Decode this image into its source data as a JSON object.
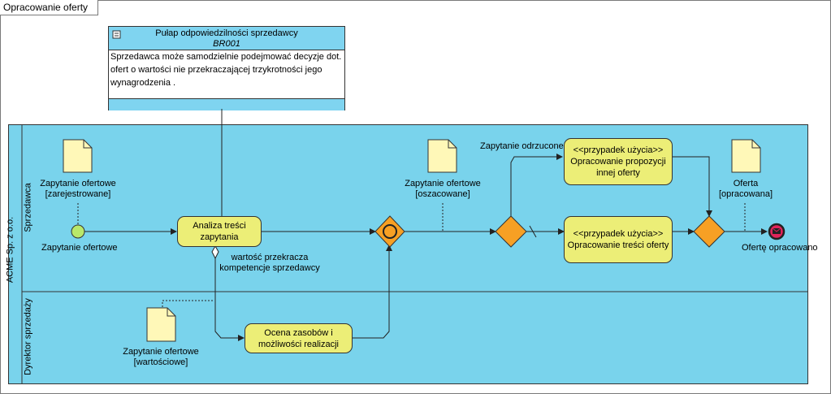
{
  "diagram": {
    "title": "Opracowanie oferty",
    "business_rule": {
      "name": "Pułap odpowiedzilności sprzedawcy",
      "id": "BR001",
      "text_lines": [
        "Sprzedawca może samodzielnie podejmować decyzje dot.",
        "ofert o wartości nie przekraczającej trzykrotności jego",
        "wynagrodzenia ."
      ]
    },
    "pool": {
      "name": "ACME Sp. z o.o."
    },
    "lanes": [
      "Sprzedawca",
      "Dyrektor sprzedaży"
    ],
    "start_event": {
      "label": "Zapytanie ofertowe"
    },
    "end_event": {
      "label": "Ofertę opracowano"
    },
    "tasks": {
      "analiza": [
        "Analiza treści",
        "zapytania"
      ],
      "ocena": [
        "Ocena zasobów i",
        "możliwości realizacji"
      ],
      "propozycja": [
        "<<przypadek użycia>>",
        "Opracowanie propozycji",
        "innej oferty"
      ],
      "tresc": [
        "<<przypadek użycia>>",
        "Opracowanie treści oferty"
      ]
    },
    "data_objects": {
      "zarejestrowane": [
        "Zapytanie ofertowe",
        "[zarejestrowane]"
      ],
      "oszacowane": [
        "Zapytanie ofertowe",
        "[oszacowane]"
      ],
      "wartosciowe": [
        "Zapytanie ofertowe",
        "[wartościowe]"
      ],
      "oferta": [
        "Oferta",
        "[opracowana]"
      ]
    },
    "flow_labels": {
      "condition": [
        "wartość przekracza",
        "kompetencje sprzedawcy"
      ],
      "rejected": "Zapytanie odrzucone"
    },
    "colors": {
      "lane_fill": "#79d3ec",
      "task_fill": "#ecee77",
      "gateway_fill": "#f7a024",
      "start_fill": "#b9e86a",
      "end_fill": "#e0245a"
    }
  }
}
